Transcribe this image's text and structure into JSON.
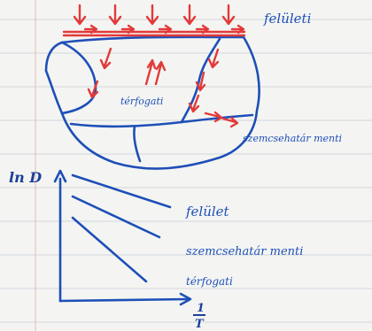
{
  "top_diagram": {
    "label_surface": "felületi",
    "label_volume": "térfogati",
    "label_grain_boundary": "szemcsehatár menti"
  },
  "plot": {
    "y_axis_label": "ln D",
    "x_axis_label_top": "1",
    "x_axis_label_bottom": "T",
    "lines": [
      {
        "name": "felület"
      },
      {
        "name": "szemcsehatár menti"
      },
      {
        "name": "térfogati"
      }
    ]
  },
  "colors": {
    "ink_blue": "#1e4fb8",
    "ink_red": "#e23a3a",
    "paper": "#f4f5f2",
    "rule_lines": "#cfd6dc",
    "margin_line": "#e8b8b8"
  }
}
